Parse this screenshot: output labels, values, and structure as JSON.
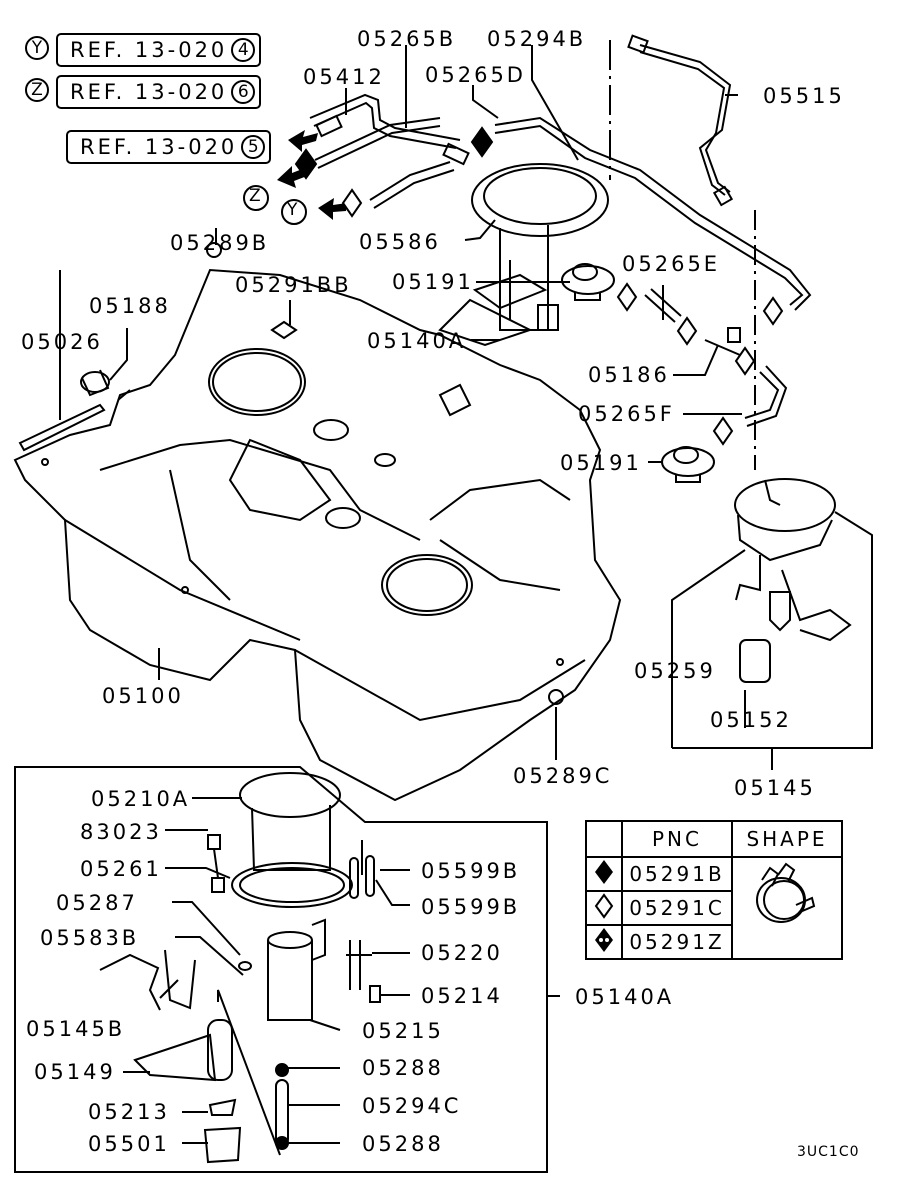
{
  "diagram": {
    "title": "Fuel tank and fuel pump assembly parts diagram",
    "code": "3UC1C0",
    "references": [
      {
        "marker": "Y",
        "text": "REF. 13-020",
        "circled": "4"
      },
      {
        "marker": "Z",
        "text": "REF. 13-020",
        "circled": "6"
      },
      {
        "marker": "",
        "text": "REF. 13-020",
        "circled": "5"
      }
    ],
    "flow_markers": {
      "z": "Z",
      "y": "Y"
    },
    "labels": {
      "p05265B": "05265B",
      "p05294B": "05294B",
      "p05412": "05412",
      "p05265D": "05265D",
      "p05515": "05515",
      "p05586": "05586",
      "p05289B": "05289B",
      "p05191a": "05191",
      "p05265E": "05265E",
      "p05291BB": "05291BB",
      "p05188": "05188",
      "p05026": "05026",
      "p05140A_top": "05140A",
      "p05186": "05186",
      "p05265F": "05265F",
      "p05191b": "05191",
      "p05259": "05259",
      "p05100": "05100",
      "p05152": "05152",
      "p05289C": "05289C",
      "p05145": "05145",
      "p05210A": "05210A",
      "p83023": "83023",
      "p05261": "05261",
      "p05599B_1": "05599B",
      "p05599B_2": "05599B",
      "p05287": "05287",
      "p05583B": "05583B",
      "p05220": "05220",
      "p05214": "05214",
      "p05140A_box": "05140A",
      "p05145B": "05145B",
      "p05215": "05215",
      "p05149": "05149",
      "p05288a": "05288",
      "p05294C": "05294C",
      "p05213": "05213",
      "p05501": "05501",
      "p05288b": "05288"
    }
  },
  "legend": {
    "headers": {
      "symbol": "",
      "pnc": "PNC",
      "shape": "SHAPE"
    },
    "rows": [
      {
        "symbol": "filled-diamond",
        "pnc": "05291B"
      },
      {
        "symbol": "hollow-diamond",
        "pnc": "05291C"
      },
      {
        "symbol": "dotted-diamond",
        "pnc": "05291Z"
      }
    ],
    "shape_icon": "hose-clamp-icon"
  }
}
